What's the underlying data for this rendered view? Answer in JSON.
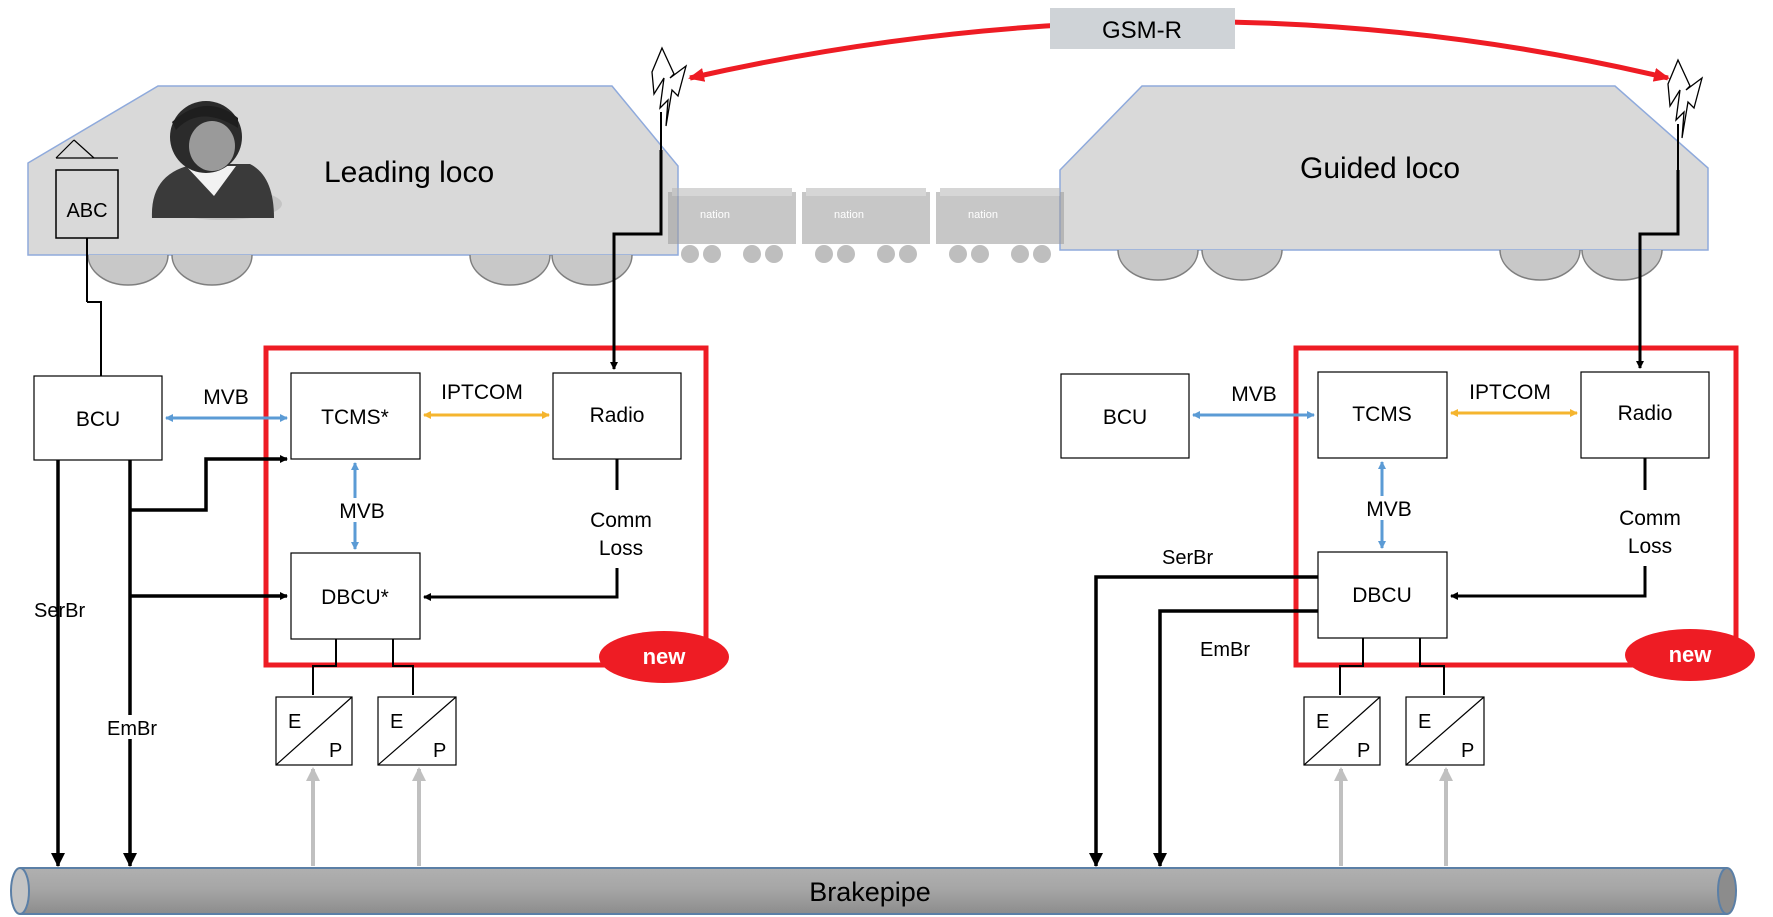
{
  "gsm": "GSM-R",
  "lead": {
    "title": "Leading loco",
    "abc": "ABC",
    "bcu": "BCU",
    "tcms": "TCMS*",
    "radio": "Radio",
    "dbcu": "DBCU*",
    "mvb_h": "MVB",
    "iptcom": "IPTCOM",
    "mvb_v": "MVB",
    "comm1": "Comm",
    "comm2": "Loss",
    "serbr": "SerBr",
    "embr": "EmBr",
    "new": "new",
    "ep": [
      {
        "e": "E",
        "p": "P"
      },
      {
        "e": "E",
        "p": "P"
      }
    ]
  },
  "guided": {
    "title": "Guided loco",
    "bcu": "BCU",
    "tcms": "TCMS",
    "radio": "Radio",
    "dbcu": "DBCU",
    "mvb_h": "MVB",
    "iptcom": "IPTCOM",
    "mvb_v": "MVB",
    "comm1": "Comm",
    "comm2": "Loss",
    "serbr": "SerBr",
    "embr": "EmBr",
    "new": "new",
    "ep": [
      {
        "e": "E",
        "p": "P"
      },
      {
        "e": "E",
        "p": "P"
      }
    ]
  },
  "wagon_text": "nation",
  "brakepipe": "Brakepipe",
  "colors": {
    "red": "#ee1c24",
    "blue": "#5b9bd5",
    "yellow": "#f5b52e",
    "grey_arrow": "#c0c0c0",
    "loco_body": "#d9d9d9",
    "gsm_box": "#cfd3d7"
  }
}
